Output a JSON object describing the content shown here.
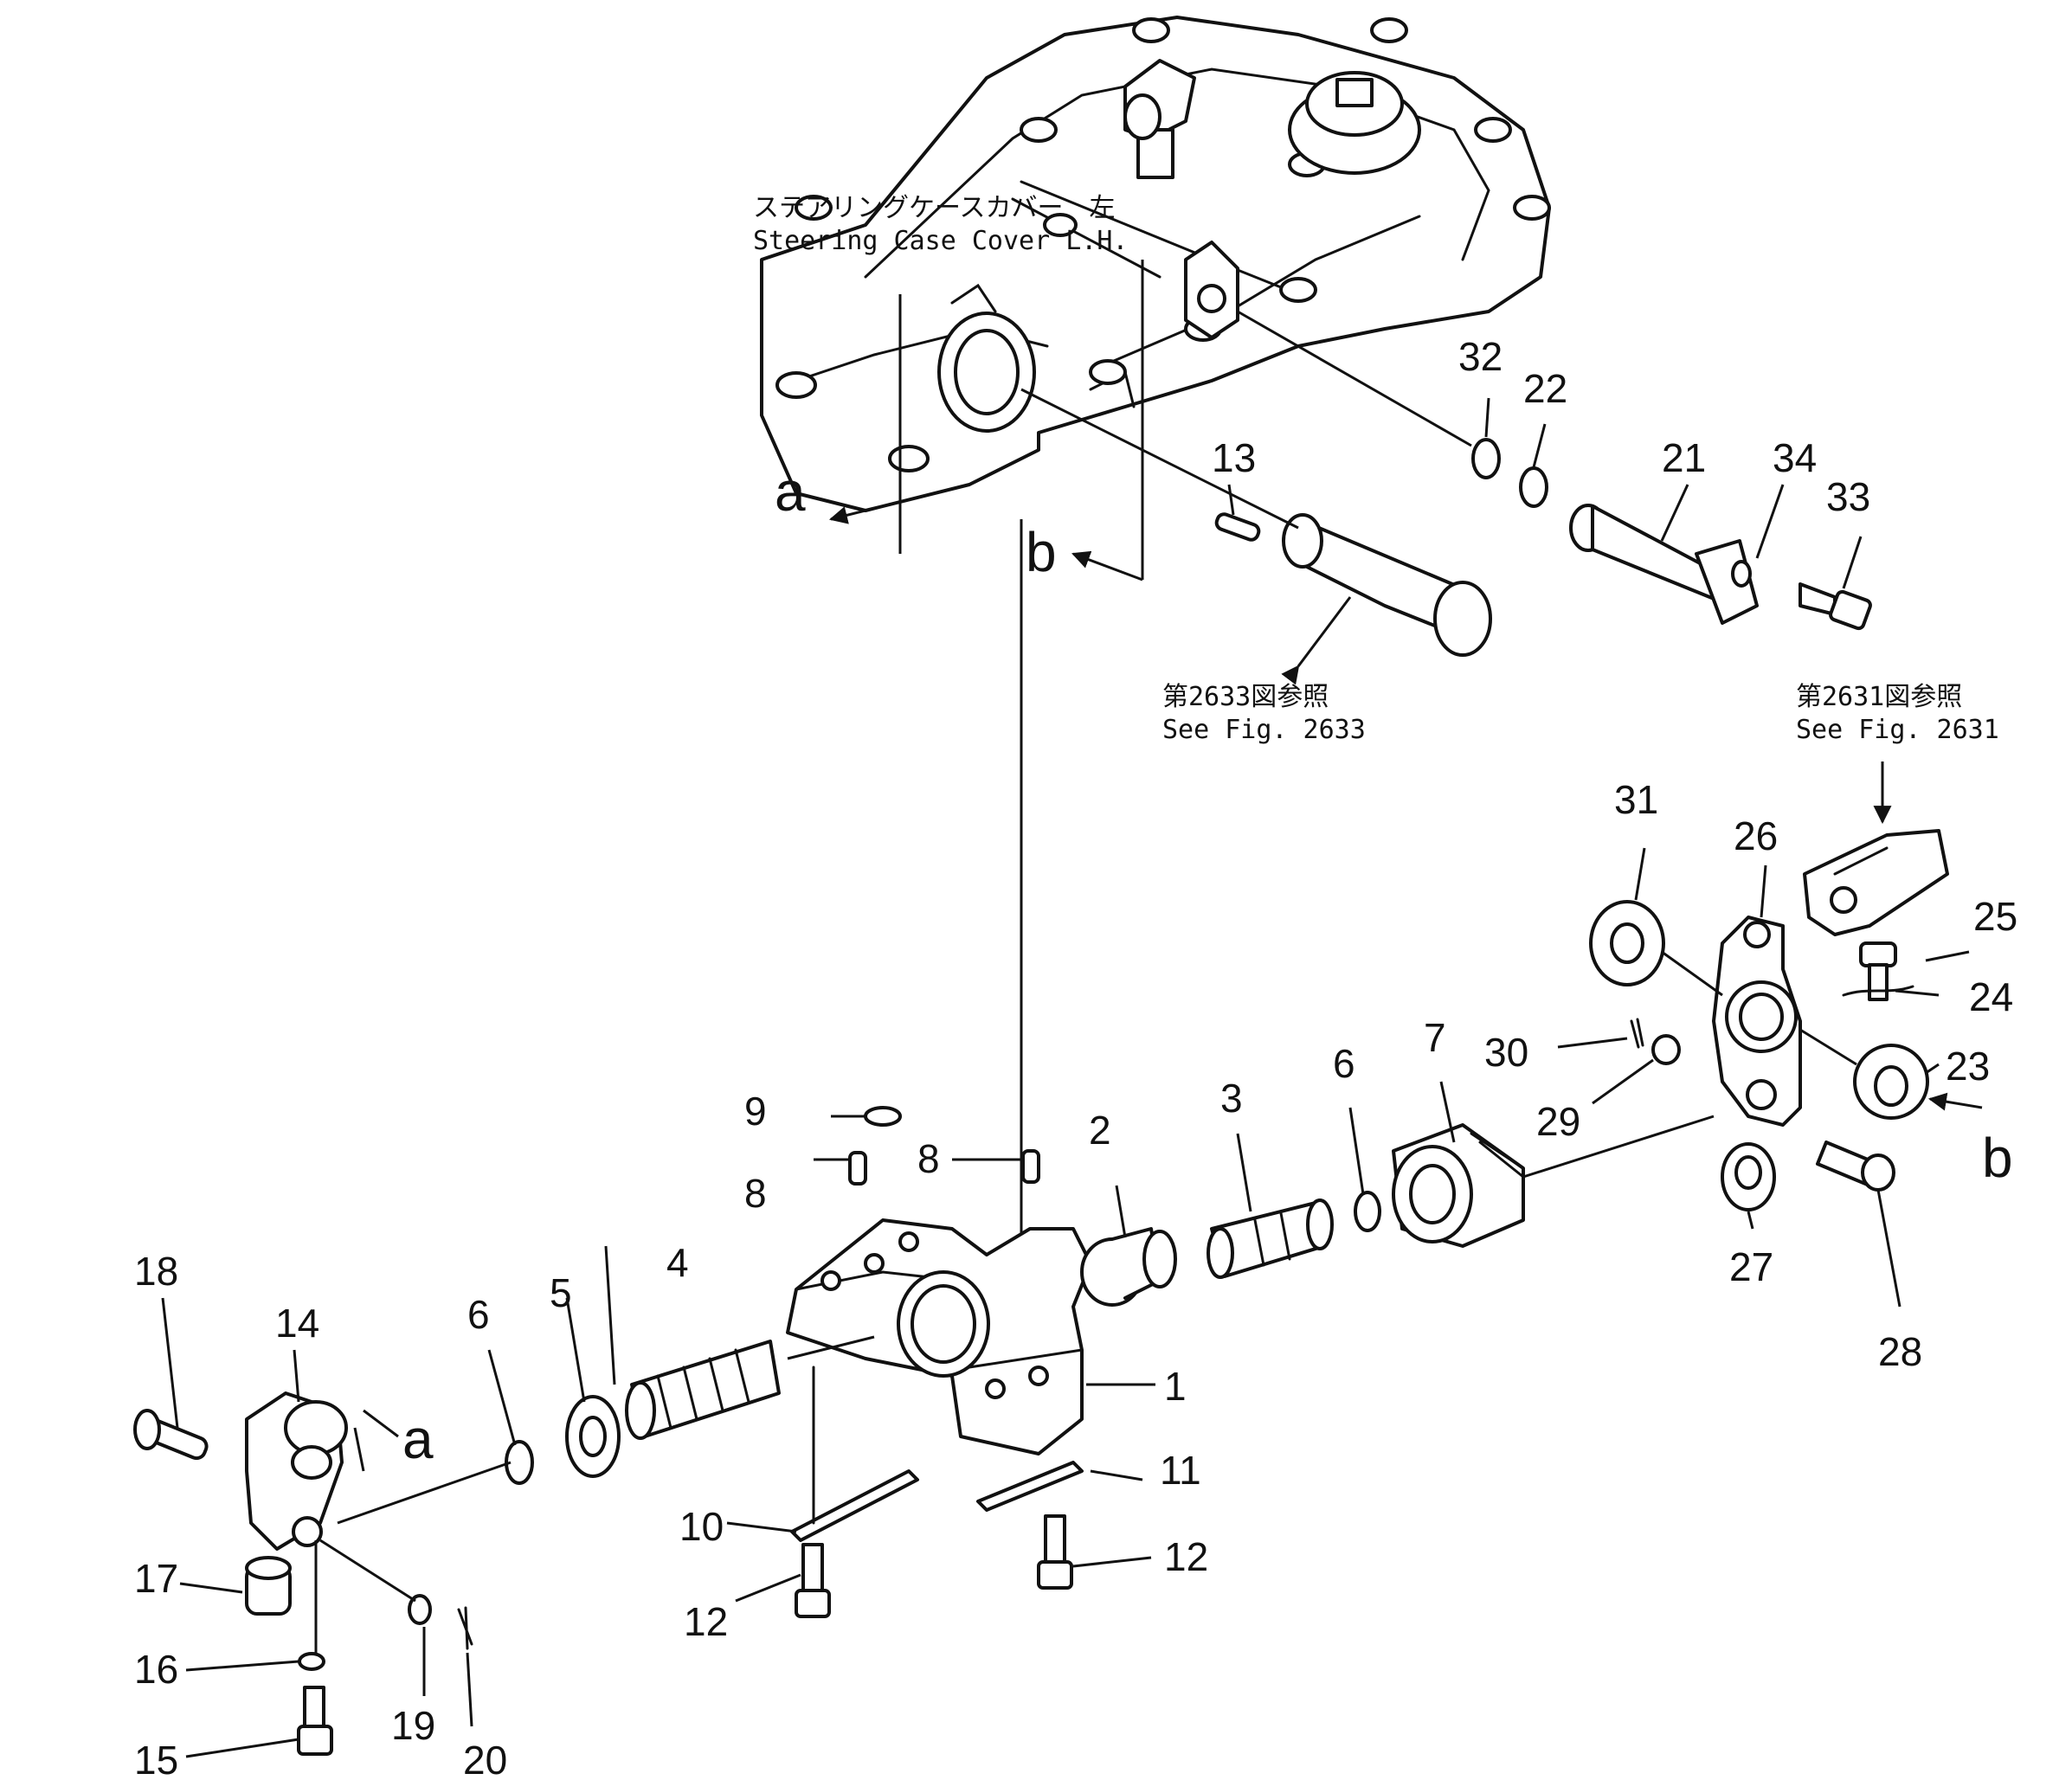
{
  "notes": {
    "cover_jp": "ステアリングケースカバー　左",
    "cover_en": "Steering  Case  Cover  L.H.",
    "ref1_jp": "第2633図参照",
    "ref1_en": "See  Fig.  2633",
    "ref2_jp": "第2631図参照",
    "ref2_en": "See  Fig.  2631"
  },
  "section_marks": {
    "a": "a",
    "b": "b"
  },
  "parts": {
    "p1": "1",
    "p2": "2",
    "p3": "3",
    "p4": "4",
    "p5": "5",
    "p6a": "6",
    "p6b": "6",
    "p7": "7",
    "p8a": "8",
    "p8b": "8",
    "p9": "9",
    "p10": "10",
    "p11": "11",
    "p12a": "12",
    "p12b": "12",
    "p13": "13",
    "p14": "14",
    "p15": "15",
    "p16": "16",
    "p17": "17",
    "p18": "18",
    "p19": "19",
    "p20": "20",
    "p21": "21",
    "p22": "22",
    "p23": "23",
    "p24": "24",
    "p25": "25",
    "p26": "26",
    "p27": "27",
    "p28": "28",
    "p29": "29",
    "p30": "30",
    "p31": "31",
    "p32": "32",
    "p33": "33",
    "p34": "34"
  }
}
